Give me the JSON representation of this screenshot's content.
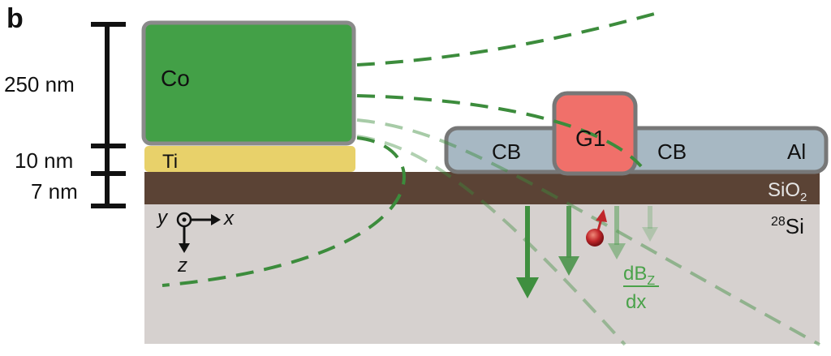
{
  "panel_label": "b",
  "scale_bar": {
    "labels": [
      "250 nm",
      "10 nm",
      "7 nm"
    ]
  },
  "layers": {
    "cobalt": "Co",
    "titanium": "Ti",
    "oxide_base": "SiO",
    "oxide_sub": "2",
    "substrate_sup": "28",
    "substrate": "Si"
  },
  "gate": {
    "aluminum": "Al",
    "cb_left": "CB",
    "cb_right": "CB",
    "g1": "G1"
  },
  "axes": {
    "y": "y",
    "x": "x",
    "z": "z"
  },
  "gradient_label": {
    "numerator_base": "dB",
    "numerator_sub": "Z",
    "denominator": "dx"
  },
  "colors": {
    "cobalt": "#43a047",
    "cobalt_edge": "#8a8a8a",
    "titanium": "#e8d16a",
    "aluminum": "#a7b8c3",
    "aluminum_edge": "#777777",
    "gate": "#f0706a",
    "oxide": "#5b4335",
    "substrate": "#d6d1cf",
    "field_line": "#3c8c3c",
    "arrow_dark": "#3f8f3f",
    "label_green": "#4aa24a"
  }
}
